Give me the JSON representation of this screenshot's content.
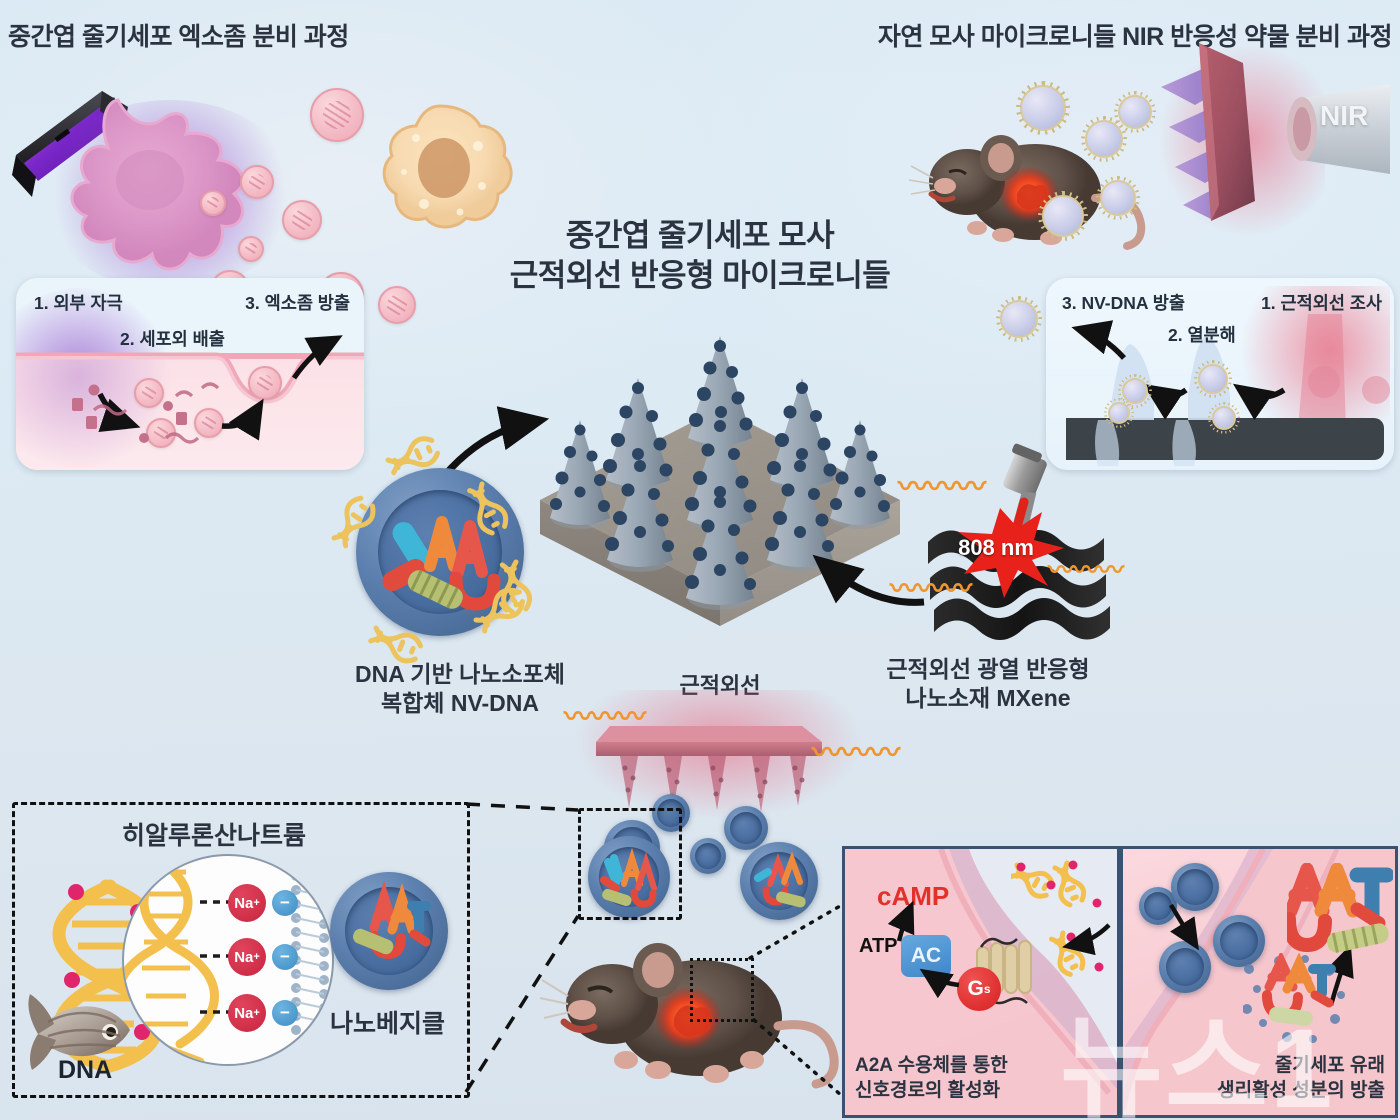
{
  "figure": {
    "domain": "scientific-infographic",
    "background_color": "#dbeaf4",
    "watermark": "뉴스1"
  },
  "headers": {
    "left": "중간엽 줄기세포 엑소좀 분비 과정",
    "right": "자연 모사 마이크로니들 NIR 반응성 약물 분비 과정"
  },
  "center_title": {
    "line1": "중간엽 줄기세포 모사",
    "line2": "근적외선 반응형 마이크로니들"
  },
  "left_panel": {
    "step1": "1. 외부 자극",
    "step2": "2. 세포외 배출",
    "step3": "3. 엑소좀 방출"
  },
  "right_panel": {
    "step3": "3. NV-DNA 방출",
    "step1": "1. 근적외선 조사",
    "step2": "2. 열분해"
  },
  "captions": {
    "nv_dna_line1": "DNA 기반 나노소포체",
    "nv_dna_line2": "복합체 NV-DNA",
    "mxene_line1": "근적외선 광열 반응형",
    "mxene_line2": "나노소재 MXene",
    "nir_patch": "근적외선"
  },
  "labels": {
    "nir_source": "NIR",
    "laser_wavelength": "808 nm"
  },
  "bottom_left_panel": {
    "title": "히알루론산나트륨",
    "dna_label": "DNA",
    "nanovesicle_label": "나노베지클",
    "ion_label": "Na",
    "ion_charge": "+",
    "anion_symbol": "−",
    "ion_rows": 3
  },
  "bottom_mid_panel": {
    "camp": "cAMP",
    "atp": "ATP",
    "ac": "AC",
    "gs_main": "G",
    "gs_sub": "s",
    "caption_line1": "A2A 수용체를 통한",
    "caption_line2": "신호경로의 활성화"
  },
  "bottom_right_panel": {
    "caption_line1": "줄기세포 유래",
    "caption_line2": "생리활성 성분의 방출"
  },
  "colors": {
    "accent_red": "#e2302a",
    "heat_orange": "#f0962f",
    "nir_pink": "#e8607c",
    "vesicle_blue": "#4a6c9c",
    "dna_gold": "#f0c04a",
    "sodium_red": "#c9253f",
    "anion_blue": "#3d8dc4",
    "text_dark": "#2b3340",
    "panel_border": "#3a5170"
  },
  "vesicle_letters": [
    "A",
    "A"
  ]
}
